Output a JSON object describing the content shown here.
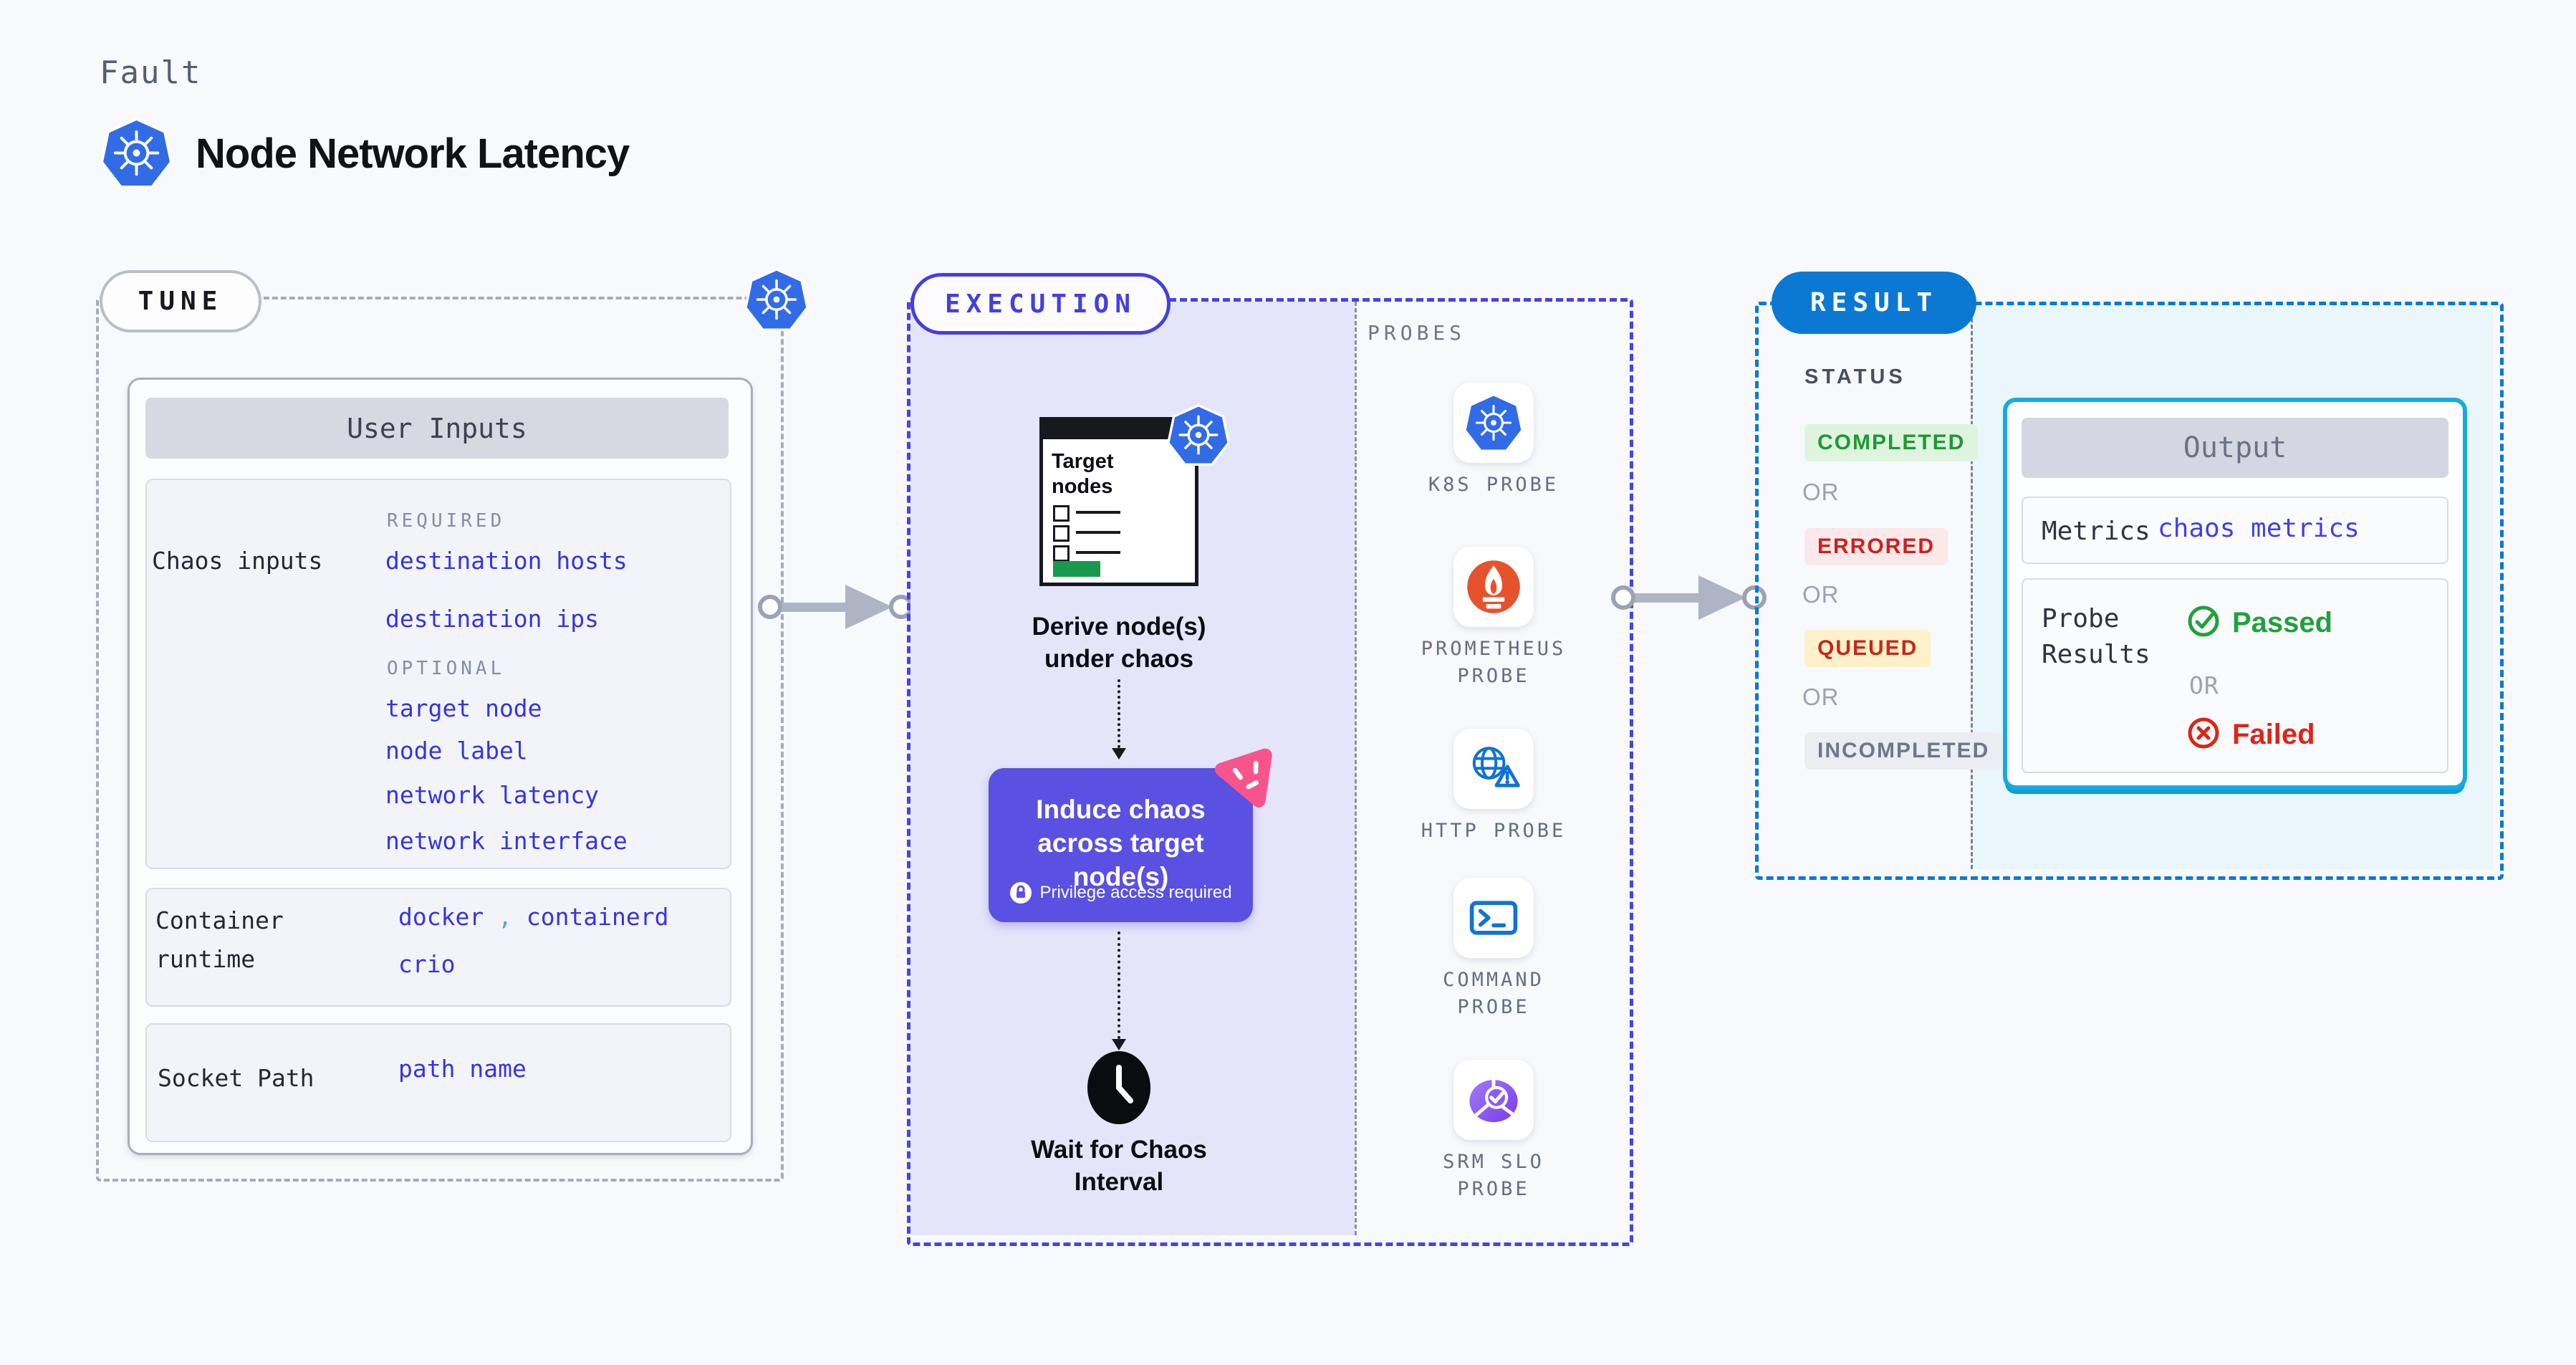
{
  "page": {
    "kicker": "Fault",
    "title": "Node Network Latency"
  },
  "tune": {
    "badge": "TUNE",
    "user_inputs": {
      "header": "User Inputs",
      "chaos_inputs": {
        "label": "Chaos inputs",
        "required_label": "REQUIRED",
        "required": [
          "destination hosts",
          "destination ips"
        ],
        "optional_label": "OPTIONAL",
        "optional": [
          "target node",
          "node label",
          "network latency",
          "network interface"
        ]
      },
      "container_runtime": {
        "label": "Container runtime",
        "value_1": "docker",
        "separator": ",",
        "value_2": "containerd",
        "value_3": "crio"
      },
      "socket_path": {
        "label": "Socket Path",
        "value": "path name"
      }
    }
  },
  "execution": {
    "badge": "EXECUTION",
    "target_doc_title": "Target nodes",
    "derive_label": "Derive node(s) under chaos",
    "induce_label": "Induce chaos across target node(s)",
    "privilege_label": "Privilege access required",
    "wait_label": "Wait for Chaos Interval",
    "probes": {
      "heading": "PROBES",
      "items": [
        {
          "label": "K8S PROBE",
          "icon": "kubernetes-icon"
        },
        {
          "label": "PROMETHEUS PROBE",
          "icon": "prometheus-icon"
        },
        {
          "label": "HTTP PROBE",
          "icon": "http-globe-warning-icon"
        },
        {
          "label": "COMMAND PROBE",
          "icon": "terminal-icon"
        },
        {
          "label": "SRM SLO PROBE",
          "icon": "srm-slo-pie-check-icon"
        }
      ]
    }
  },
  "result": {
    "badge": "RESULT",
    "status": {
      "heading": "STATUS",
      "or": "OR",
      "items": [
        {
          "label": "COMPLETED",
          "fg": "#1e9933",
          "bg": "#def4df"
        },
        {
          "label": "ERRORED",
          "fg": "#c92222",
          "bg": "#fbe8e8"
        },
        {
          "label": "QUEUED",
          "fg": "#c5291c",
          "bg": "#fcf1c9"
        },
        {
          "label": "INCOMPLETED",
          "fg": "#70768a",
          "bg": "#ebedf3"
        }
      ]
    },
    "output": {
      "header": "Output",
      "metrics_label": "Metrics",
      "metrics_value": "chaos metrics",
      "probe_results_label": "Probe Results",
      "passed": "Passed",
      "or": "OR",
      "failed": "Failed"
    }
  },
  "colors": {
    "background": "#f7f9fc",
    "kubernetes_blue": "#316ce6",
    "tune_border_gray": "#a7acb9",
    "execution_indigo": "#4440dd",
    "execution_fill_lavender": "#e5e5fa",
    "result_blue": "#0b79d3",
    "result_fill_cyan": "#e9f6fc",
    "output_border_cyan": "#14acdf",
    "induce_purple": "#5a50e2",
    "litmus_pink": "#f7548c",
    "prometheus_orange": "#e6522c",
    "probe_icon_blue": "#1273d2",
    "srm_purple": "#7c3bec",
    "value_link_blue": "#3634df",
    "metrics_link_blue": "#453ee6",
    "passed_green": "#22a13b",
    "failed_red": "#d7271b",
    "target_doc_green": "#179a4e"
  }
}
